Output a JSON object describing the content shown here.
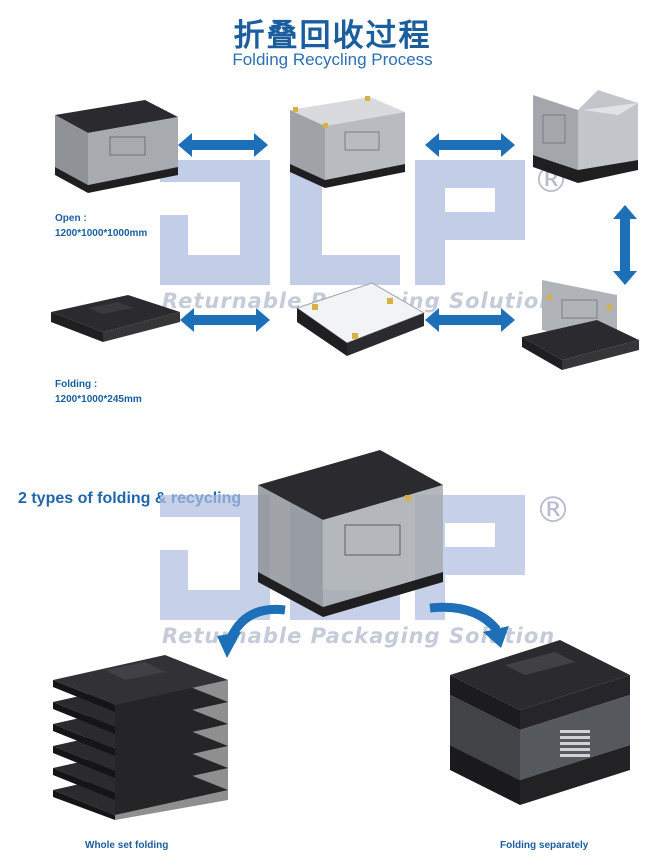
{
  "header": {
    "title_cn": "折叠回收过程",
    "title_en": "Folding Recycling Process"
  },
  "process": {
    "open_label": "Open :",
    "open_size": "1200*1000*1000mm",
    "folding_label": "Folding :",
    "folding_size": "1200*1000*245mm"
  },
  "types": {
    "title": "2 types of folding & recycling",
    "left_caption": "Whole set folding",
    "right_caption": "Folding separately"
  },
  "watermark": {
    "logo_text": "JLP",
    "tagline": "Returnable Packaging Solution",
    "registered": "®"
  },
  "colors": {
    "title_cn": "#1a5e9e",
    "title_en": "#2c6fb3",
    "label": "#1a5e9e",
    "section_title": "#1f66ad",
    "arrow": "#1d6fb8",
    "watermark_block": "#aebde0",
    "box_dark": "#2b2b2f",
    "box_grey": "#8f9398"
  }
}
